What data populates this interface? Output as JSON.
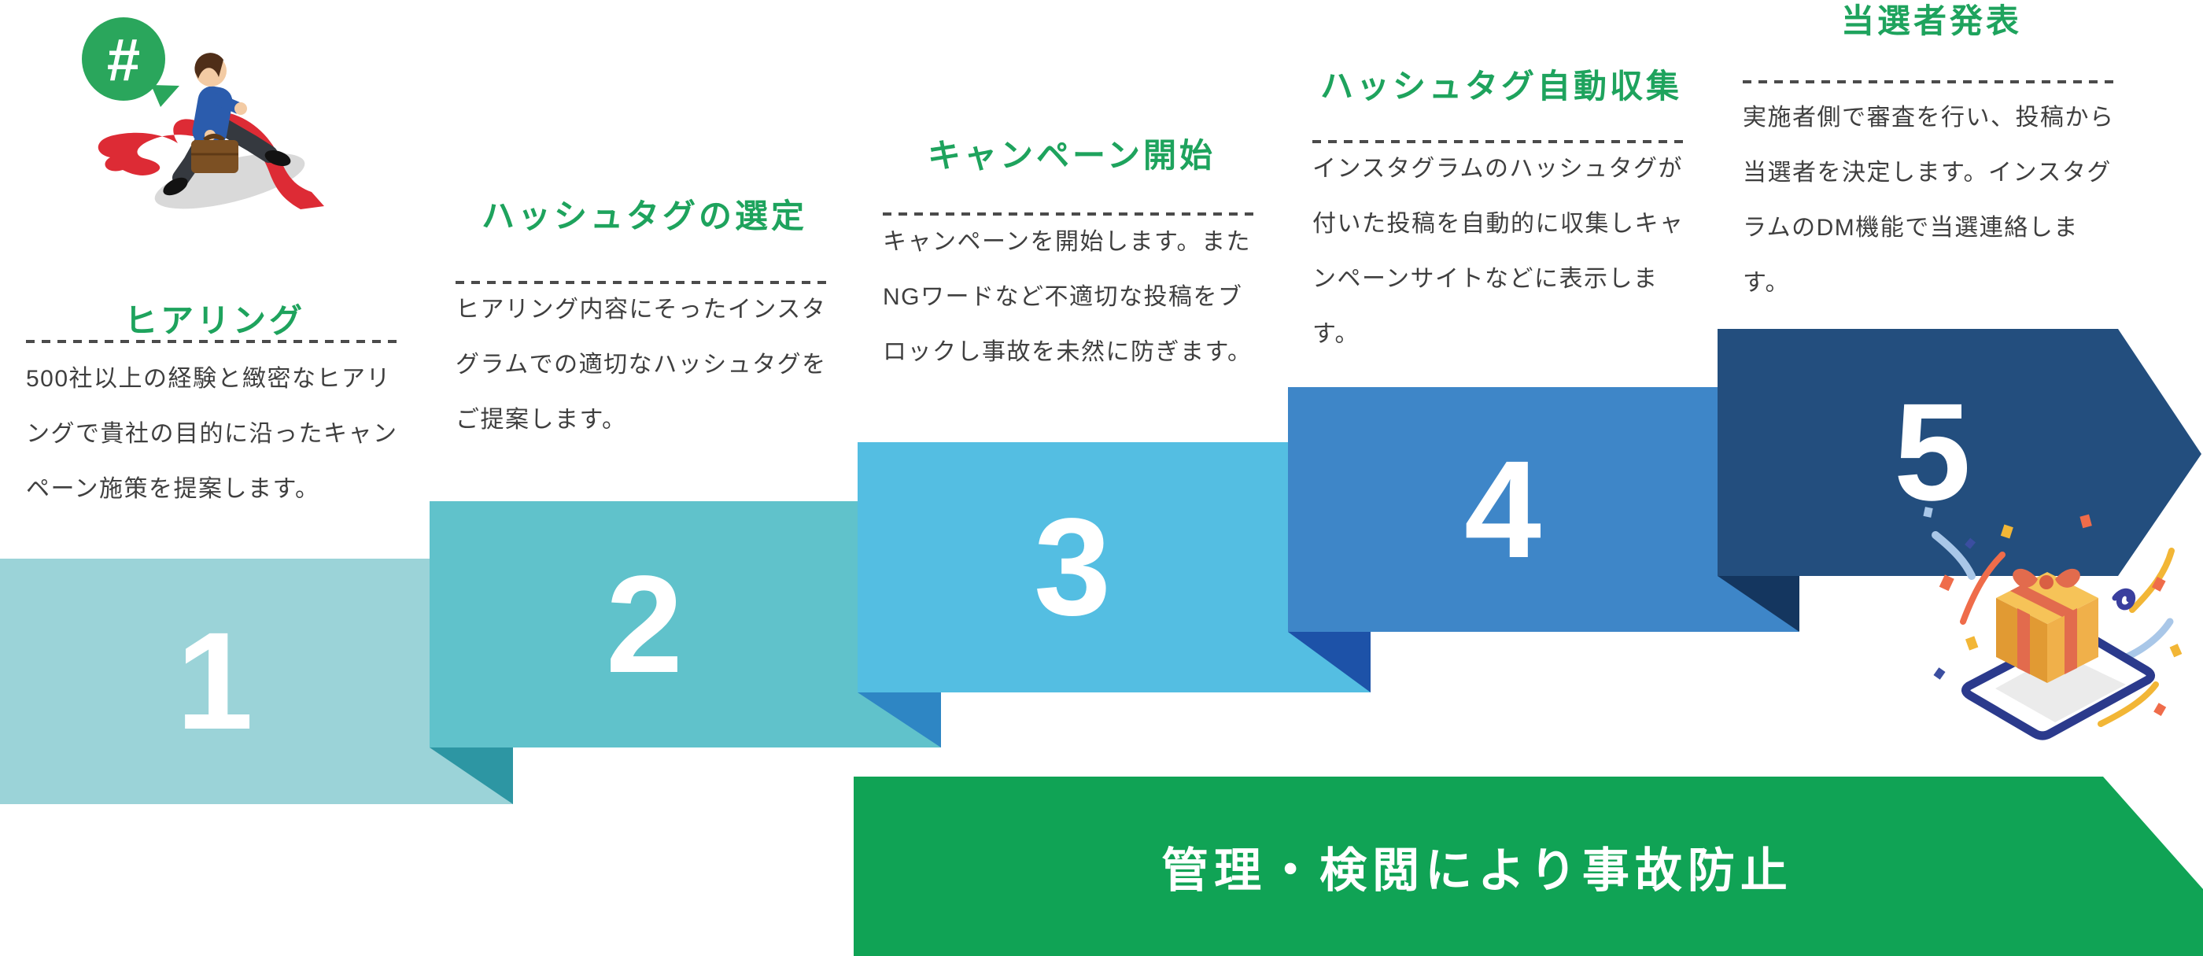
{
  "steps": [
    {
      "number": "1",
      "title": "ヒアリング",
      "description": "500社以上の経験と緻密なヒアリングで貴社の目的に沿ったキャンペーン施策を提案します。",
      "banner_color": "#9BD3D8"
    },
    {
      "number": "2",
      "title": "ハッシュタグの選定",
      "description": "ヒアリング内容にそったインスタグラムでの適切なハッシュタグをご提案します。",
      "banner_color": "#60C2CB",
      "fold_color": "#2D96A3"
    },
    {
      "number": "3",
      "title": "キャンペーン開始",
      "description": "キャンペーンを開始します。またNGワードなど不適切な投稿をブロックし事故を未然に防ぎます。",
      "banner_color": "#54BEE2",
      "fold_color": "#2E86C4"
    },
    {
      "number": "4",
      "title": "ハッシュタグ自動収集",
      "description": "インスタグラムのハッシュタグが付いた投稿を自動的に収集しキャンペーンサイトなどに表示します。",
      "banner_color": "#3E86C8",
      "fold_color": "#1D52A8"
    },
    {
      "number": "5",
      "title": "当選者発表",
      "description": "実施者側で審査を行い、投稿から当選者を決定します。インスタグラムのDM機能で当選連絡します。",
      "banner_color": "#234E7E",
      "fold_color": "#14365F"
    }
  ],
  "footer": {
    "label": "管理・検閲により事故防止",
    "color": "#10A355"
  },
  "runner_illustration": {
    "bubble_symbol": "#",
    "bubble_color": "#2AA65C",
    "ribbon_color": "#DD2B35",
    "suit_color": "#2B5CAD",
    "briefcase_color": "#7C5023"
  },
  "gift_illustration": {
    "box_color": "#F0B04A",
    "ribbon_color": "#E26B4D",
    "phone_color": "#2B3A8C"
  },
  "colors": {
    "title_green": "#1EA35D",
    "body_text": "#3F3F3F",
    "dash_gray": "#4B4B4B",
    "number_white": "#FFFFFF"
  }
}
